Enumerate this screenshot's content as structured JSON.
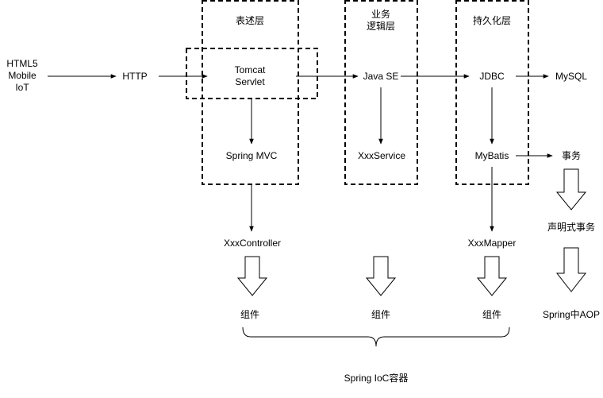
{
  "colors": {
    "line": "#000000",
    "background": "#ffffff"
  },
  "layers": {
    "presentation": "表述层",
    "business_line1": "业务",
    "business_line2": "逻辑层",
    "persistence": "持久化层"
  },
  "nodes": {
    "client_line1": "HTML5",
    "client_line2": "Mobile",
    "client_line3": "IoT",
    "http": "HTTP",
    "tomcat_line1": "Tomcat",
    "tomcat_line2": "Servlet",
    "spring_mvc": "Spring MVC",
    "controller": "XxxController",
    "java_se": "Java SE",
    "service": "XxxService",
    "jdbc": "JDBC",
    "mysql": "MySQL",
    "mybatis": "MyBatis",
    "mapper": "XxxMapper",
    "transaction": "事务",
    "declarative_transaction": "声明式事务",
    "spring_aop": "Spring中AOP",
    "component_controller": "组件",
    "component_service": "组件",
    "component_mapper": "组件",
    "ioc_container": "Spring IoC容器"
  }
}
